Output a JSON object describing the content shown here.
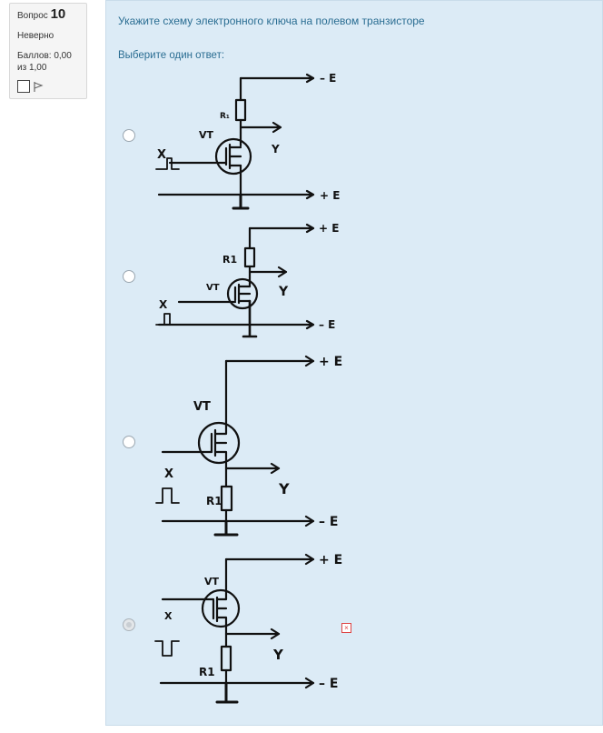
{
  "question_info": {
    "label": "Вопрос",
    "number": "10",
    "state": "Неверно",
    "grade_line1": "Баллов: 0,00",
    "grade_line2": "из 1,00"
  },
  "question": {
    "text": "Укажите схему электронного ключа на полевом транзисторе",
    "prompt": "Выберите один ответ:"
  },
  "options": [
    {
      "selected": false,
      "labels": {
        "supply_top": "– E",
        "resistor": "R₁",
        "transistor": "VT",
        "input": "X",
        "output": "Y",
        "supply_bottom": "+ E"
      }
    },
    {
      "selected": false,
      "labels": {
        "supply_top": "+ E",
        "resistor": "R1",
        "transistor": "VT",
        "input": "X",
        "output": "Y",
        "supply_bottom": "– E"
      }
    },
    {
      "selected": false,
      "labels": {
        "supply_top": "+ E",
        "resistor": "R1",
        "transistor": "VT",
        "input": "X",
        "output": "Y",
        "supply_bottom": "– E"
      }
    },
    {
      "selected": true,
      "labels": {
        "supply_top": "+ E",
        "resistor": "R1",
        "transistor": "VT",
        "input": "X",
        "output": "Y",
        "supply_bottom": "– E"
      }
    }
  ],
  "icons": {
    "flag": "flag-icon",
    "incorrect": "incorrect-icon"
  }
}
